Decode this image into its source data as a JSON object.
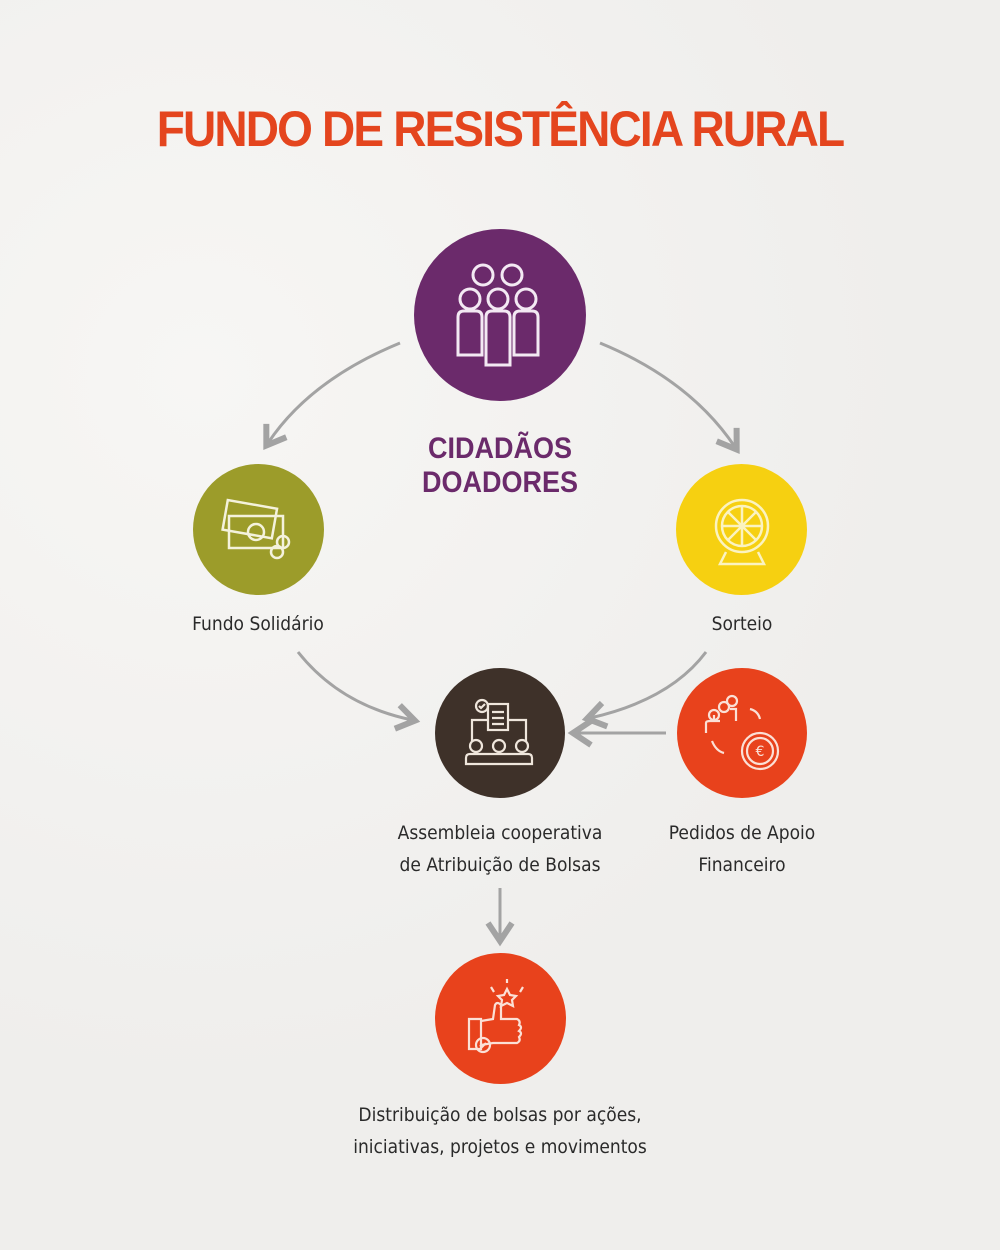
{
  "title": "FUNDO DE RESISTÊNCIA RURAL",
  "nodes": {
    "donors": {
      "line1": "CIDADÃOS",
      "line2": "DOADORES",
      "icon": "people-group-icon",
      "color": "#6b2a6b"
    },
    "fund": {
      "label": "Fundo Solidário",
      "icon": "money-bills-icon",
      "color": "#9c9c2a"
    },
    "raffle": {
      "label": "Sorteio",
      "icon": "raffle-drum-icon",
      "color": "#f6d011"
    },
    "assembly": {
      "line1": "Assembleia cooperativa",
      "line2": "de Atribuição de Bolsas",
      "icon": "assembly-document-icon",
      "color": "#3e3129"
    },
    "requests": {
      "line1": "Pedidos de Apoio",
      "line2": "Financeiro",
      "icon": "people-euro-icon",
      "color": "#e8421c"
    },
    "distribution": {
      "line1": "Distribuição de bolsas por ações,",
      "line2": "iniciativas, projetos e movimentos",
      "icon": "thumbs-up-star-icon",
      "color": "#e8421c"
    }
  }
}
